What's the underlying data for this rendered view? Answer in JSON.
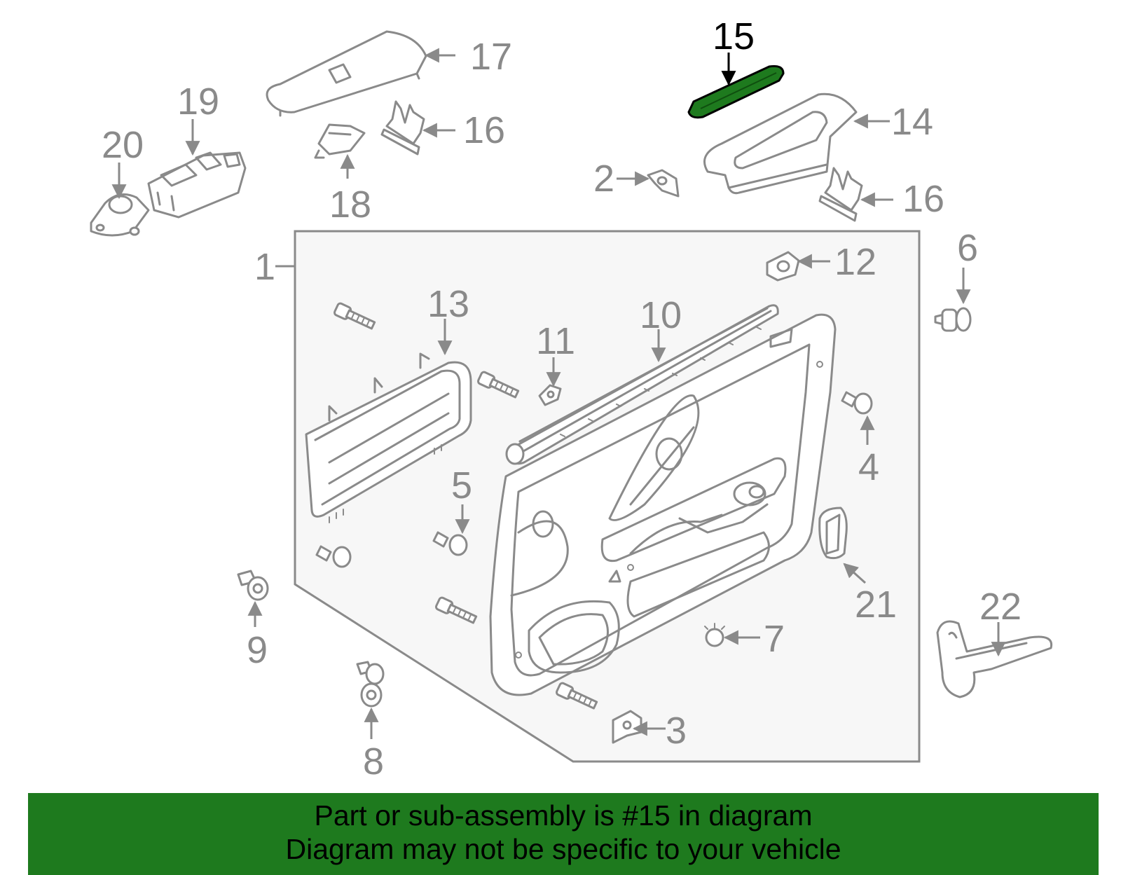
{
  "colors": {
    "banner_background": "#1e7a1e",
    "highlight_part": "#1e7a1e",
    "line_gray": "#8a8a8a",
    "panel_fill": "#f7f7f7"
  },
  "callouts": {
    "c1": "1",
    "c2": "2",
    "c3": "3",
    "c4": "4",
    "c5": "5",
    "c6": "6",
    "c7": "7",
    "c8": "8",
    "c9": "9",
    "c10": "10",
    "c11": "11",
    "c12": "12",
    "c13": "13",
    "c14": "14",
    "c15": "15",
    "c16a": "16",
    "c16b": "16",
    "c17": "17",
    "c18": "18",
    "c19": "19",
    "c20": "20",
    "c21": "21",
    "c22": "22"
  },
  "highlighted_part": "15",
  "banner": {
    "line1": "Part or sub-assembly is #15 in diagram",
    "line2": "Diagram may not be specific to your vehicle"
  }
}
